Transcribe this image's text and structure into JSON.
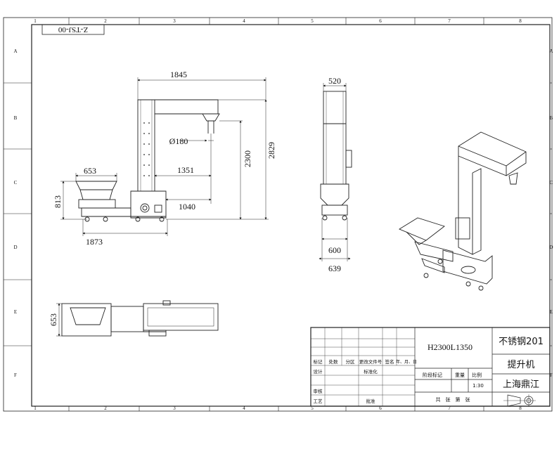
{
  "frame": {
    "col_labels": [
      "1",
      "2",
      "3",
      "4",
      "5",
      "6",
      "7",
      "8"
    ],
    "row_labels": [
      "A",
      "B",
      "C",
      "D",
      "E",
      "F"
    ],
    "drawing_no": "Z-TSJ-00"
  },
  "dimensions": {
    "top_width": "1845",
    "dia": "Ø180",
    "arm": "1351",
    "hopper_w": "653",
    "hopper_h": "813",
    "base_offset": "1040",
    "base_len": "1873",
    "height_2300": "2300",
    "height_2829": "2829",
    "side_top": "520",
    "side_600": "600",
    "side_639": "639",
    "plan_653": "653"
  },
  "title_block": {
    "model": "H2300L1350",
    "material": "不锈钢201",
    "product": "提升机",
    "company": "上海鼎江",
    "scale": "1:30",
    "col_mark": "标记",
    "col_count": "处数",
    "col_zone": "分区",
    "col_doc": "更改文件号",
    "col_sign": "签名",
    "col_date": "年、月、日",
    "design": "设计",
    "standard": "标准化",
    "review": "审核",
    "process": "工艺",
    "approve": "批准",
    "stage_mark": "阶段标记",
    "weight": "重量",
    "ratio": "比例",
    "sheets": "共　张　第　张"
  }
}
